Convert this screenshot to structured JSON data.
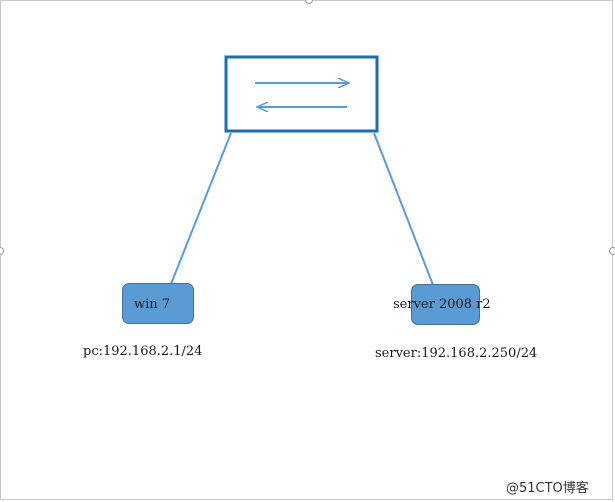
{
  "diagram": {
    "nodes": {
      "pc": {
        "label": "win 7",
        "ip": "pc:192.168.2.1/24"
      },
      "server": {
        "label": "server 2008 r2",
        "ip": "server:192.168.2.250/24"
      }
    },
    "colors": {
      "node_fill": "#5b9bd5",
      "node_border": "#41719c",
      "switch_border": "#1a6eb5",
      "arrow": "#5b9bd5",
      "link": "#5b9bd5"
    }
  },
  "watermark": "@51CTO博客"
}
